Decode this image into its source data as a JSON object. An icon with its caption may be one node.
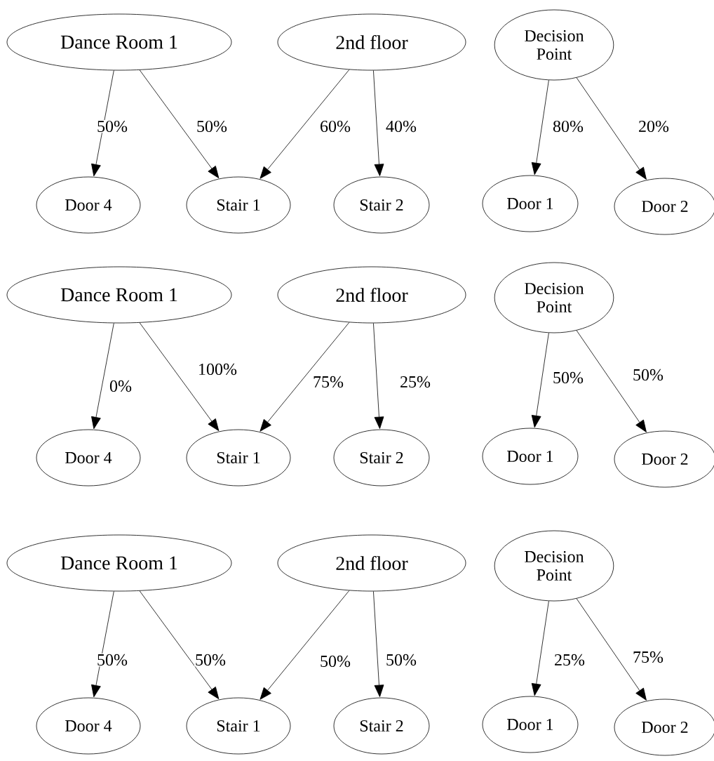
{
  "diagram": {
    "nodes": [
      {
        "text": [
          "Dance Room 1"
        ]
      },
      {
        "text": [
          "2nd floor"
        ]
      },
      {
        "text": [
          "Decision Point"
        ]
      },
      {
        "text": [
          "Door 4"
        ]
      },
      {
        "text": [
          "Stair 1"
        ]
      },
      {
        "text": [
          "Stair 2"
        ]
      },
      {
        "text": [
          "Door 1"
        ]
      },
      {
        "text": [
          "Door 2"
        ]
      },
      {
        "text": [
          "Dance Room 1"
        ]
      },
      {
        "text": [
          "2nd floor"
        ]
      },
      {
        "text": [
          "Decision Point"
        ]
      },
      {
        "text": [
          "Door 4"
        ]
      },
      {
        "text": [
          "Stair 1"
        ]
      },
      {
        "text": [
          "Stair 2"
        ]
      },
      {
        "text": [
          "Door 1"
        ]
      },
      {
        "text": [
          "Door 2"
        ]
      },
      {
        "text": [
          "Dance Room 1"
        ]
      },
      {
        "text": [
          "2nd floor"
        ]
      },
      {
        "text": [
          "Decision Point"
        ]
      },
      {
        "text": [
          "Door 4"
        ]
      },
      {
        "text": [
          "Stair 1"
        ]
      },
      {
        "text": [
          "Stair 2"
        ]
      },
      {
        "text": [
          "Door 1"
        ]
      },
      {
        "text": [
          "Door 2"
        ]
      }
    ],
    "edges": [
      {
        "from": 0,
        "to": 3,
        "arrow": "to",
        "label": "50%"
      },
      {
        "from": 0,
        "to": 4,
        "arrow": "to",
        "label": "50%"
      },
      {
        "from": 1,
        "to": 4,
        "arrow": "to",
        "label": "60%"
      },
      {
        "from": 1,
        "to": 5,
        "arrow": "to",
        "label": "40%"
      },
      {
        "from": 2,
        "to": 6,
        "arrow": "to",
        "label": "80%"
      },
      {
        "from": 2,
        "to": 7,
        "arrow": "to",
        "label": "20%"
      },
      {
        "from": 8,
        "to": 11,
        "arrow": "to",
        "label": "0%"
      },
      {
        "from": 8,
        "to": 12,
        "arrow": "to",
        "label": "100%"
      },
      {
        "from": 9,
        "to": 12,
        "arrow": "to",
        "label": "75%"
      },
      {
        "from": 9,
        "to": 13,
        "arrow": "to",
        "label": "25%"
      },
      {
        "from": 10,
        "to": 14,
        "arrow": "to",
        "label": "50%"
      },
      {
        "from": 10,
        "to": 15,
        "arrow": "to",
        "label": "50%"
      },
      {
        "from": 16,
        "to": 19,
        "arrow": "to",
        "label": "50%"
      },
      {
        "from": 16,
        "to": 20,
        "arrow": "to",
        "label": "50%"
      },
      {
        "from": 17,
        "to": 20,
        "arrow": "to",
        "label": "50%"
      },
      {
        "from": 17,
        "to": 21,
        "arrow": "to",
        "label": "50%"
      },
      {
        "from": 18,
        "to": 22,
        "arrow": "to",
        "label": "25%"
      },
      {
        "from": 18,
        "to": 23,
        "arrow": "to",
        "label": "75%"
      }
    ]
  }
}
